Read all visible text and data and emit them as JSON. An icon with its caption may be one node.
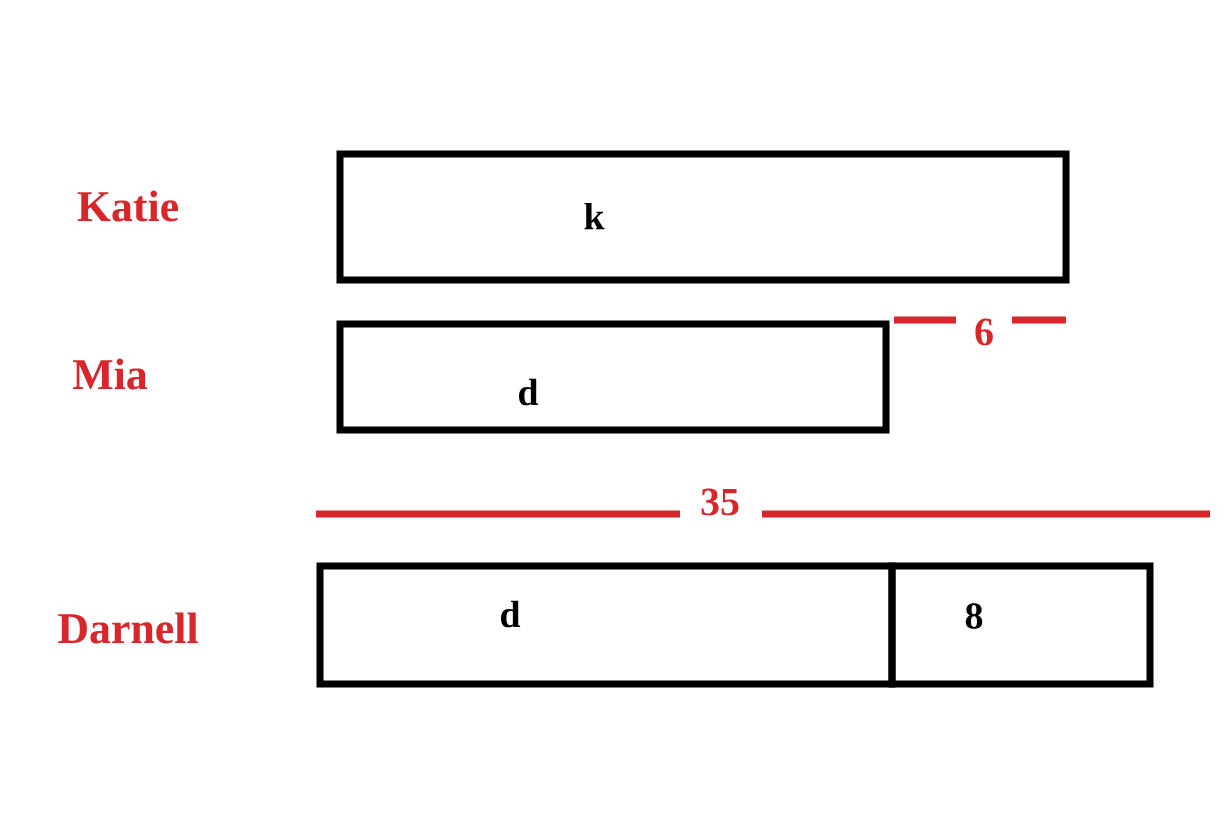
{
  "diagram": {
    "nodes": [
      {
        "text": [
          "k"
        ]
      },
      {
        "text": [
          "d"
        ]
      },
      {
        "text": [
          "d"
        ]
      },
      {
        "text": [
          "8"
        ]
      }
    ],
    "labels": [
      "Katie",
      "6",
      "Mia",
      "35",
      "Darnell"
    ]
  }
}
